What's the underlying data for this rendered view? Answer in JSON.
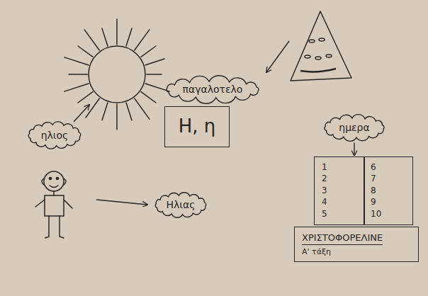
{
  "diagram": {
    "nodes": [
      {
        "text": [
          "ηλιος"
        ]
      },
      {
        "text": [
          "παγαλοτελο"
        ]
      },
      {
        "text": [
          "Η, η"
        ]
      },
      {
        "text": [
          "ημερα"
        ]
      },
      {
        "text": [
          "1",
          "2",
          "3",
          "4",
          "5",
          "6",
          "7",
          "8",
          "9",
          "10"
        ]
      },
      {
        "text": [
          "Ηλιας"
        ]
      },
      {
        "text": [
          "ΧΡΙΣΤΟΦΟΡΕΛΙΝΕ",
          "Α' τάξη"
        ]
      }
    ],
    "edges": [
      {
        "from": 3,
        "to": 4,
        "arrow": "to"
      }
    ]
  }
}
